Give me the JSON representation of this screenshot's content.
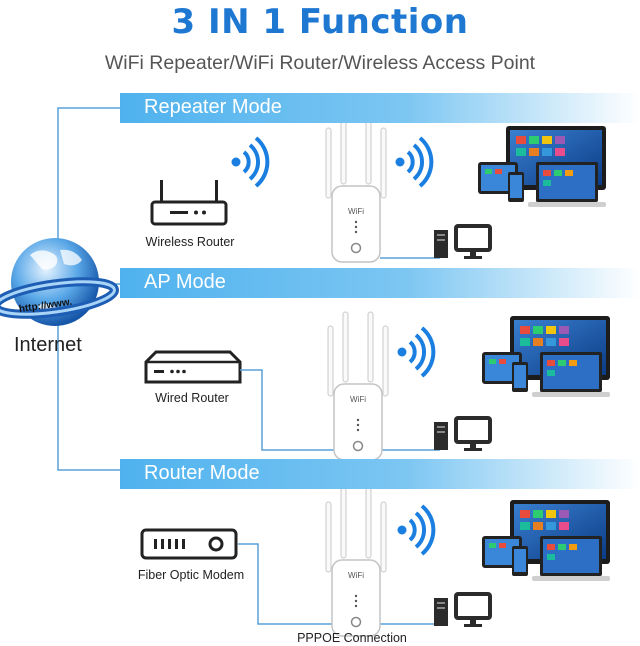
{
  "header": {
    "title": "3 IN 1 Function",
    "subtitle": "WiFi Repeater/WiFi Router/Wireless Access Point"
  },
  "globe": {
    "url_label": "http://www.",
    "label": "Internet"
  },
  "modes": [
    {
      "name": "Repeater Mode",
      "source_device": "Wireless Router"
    },
    {
      "name": "AP Mode",
      "source_device": "Wired Router"
    },
    {
      "name": "Router Mode",
      "source_device": "Fiber Optic Modem",
      "connection_label": "PPPOE Connection"
    }
  ],
  "repeater_label": "WiFi",
  "colors": {
    "title_blue": "#1e78d2",
    "banner_blue": "#4fb2ee",
    "wifi_blue": "#1a7fe0",
    "line_blue": "#5aa0d8"
  },
  "icons": [
    "wifi-signal-icon",
    "router-icon",
    "modem-icon",
    "desktop-pc-icon",
    "multi-device-icon",
    "globe-icon"
  ]
}
